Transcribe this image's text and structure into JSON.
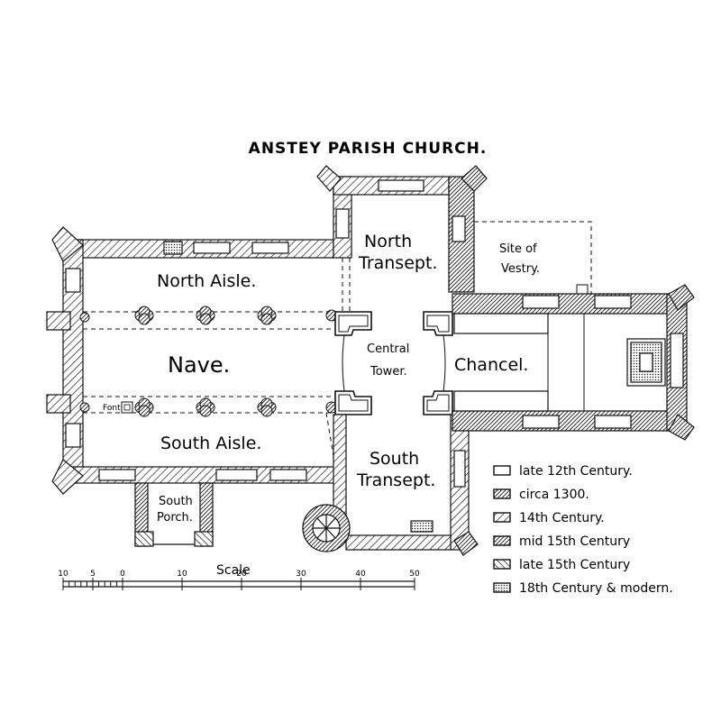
{
  "title": "ANSTEY PARISH CHURCH.",
  "rooms": {
    "north_aisle": "North Aisle.",
    "nave": "Nave.",
    "south_aisle": "South Aisle.",
    "central_tower_1": "Central",
    "central_tower_2": "Tower.",
    "chancel": "Chancel.",
    "north_transept_1": "North",
    "north_transept_2": "Transept.",
    "south_transept_1": "South",
    "south_transept_2": "Transept.",
    "vestry_1": "Site of",
    "vestry_2": "Vestry.",
    "porch_1": "South",
    "porch_2": "Porch.",
    "font": "Font"
  },
  "legend": [
    {
      "label": "late 12th Century.",
      "pattern": "white"
    },
    {
      "label": "circa 1300.",
      "pattern": "dark"
    },
    {
      "label": "14th Century.",
      "pattern": "hatchLight"
    },
    {
      "label": "mid 15th Century",
      "pattern": "hatchDense"
    },
    {
      "label": "late 15th Century",
      "pattern": "hatchRev"
    },
    {
      "label": "18th Century & modern.",
      "pattern": "dots"
    }
  ],
  "scale": {
    "label": "Scale",
    "ticks": [
      "10",
      "5",
      "0",
      "10",
      "20",
      "30",
      "40",
      "50"
    ]
  }
}
